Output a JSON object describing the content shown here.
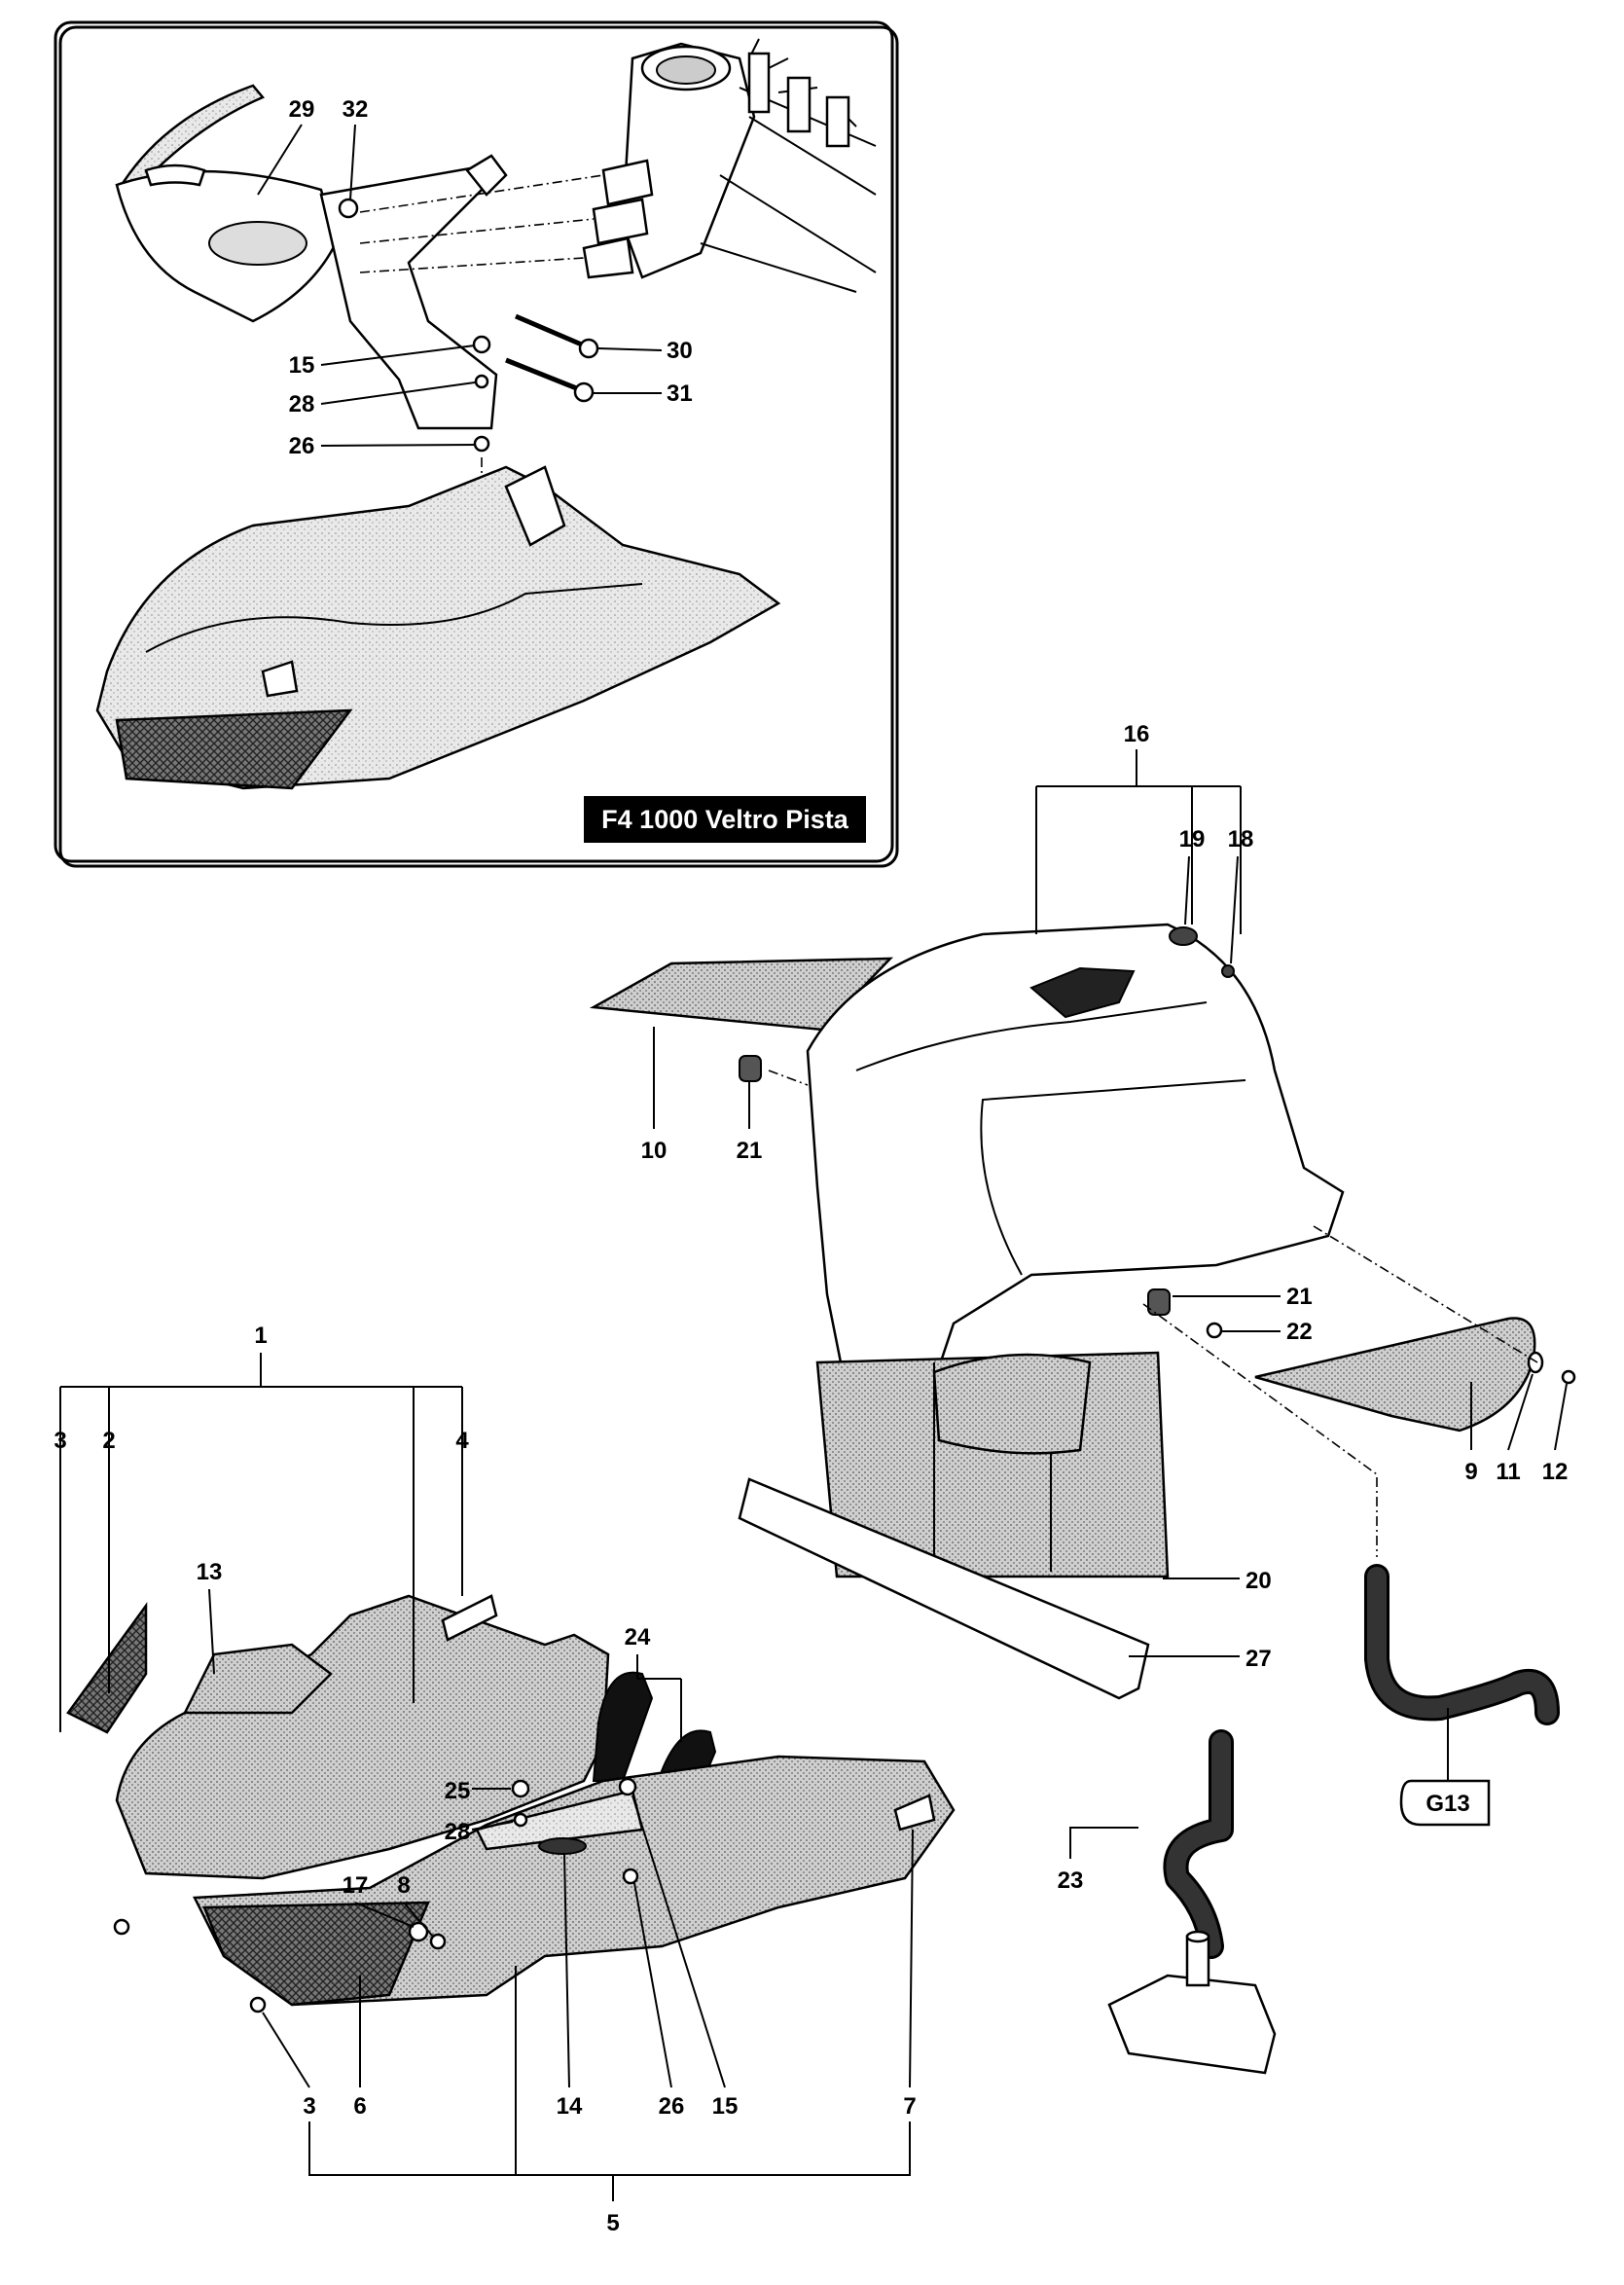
{
  "inset": {
    "badge": "F4 1000 Veltro Pista",
    "labels": [
      "29",
      "32",
      "30",
      "31",
      "15",
      "28",
      "26"
    ]
  },
  "tank_group": {
    "labels": [
      "16",
      "19",
      "18",
      "10",
      "21",
      "21",
      "22",
      "9",
      "11",
      "12",
      "20",
      "27",
      "23"
    ],
    "ref_tag": "G13"
  },
  "airbox_group": {
    "labels": [
      "1",
      "2",
      "3",
      "4",
      "13",
      "24",
      "25",
      "28",
      "8",
      "17",
      "3",
      "6",
      "14",
      "26",
      "15",
      "7",
      "5"
    ]
  },
  "callouts": {
    "c1": "1",
    "c2": "2",
    "c3a": "3",
    "c4": "4",
    "c5": "5",
    "c6": "6",
    "c7": "7",
    "c8": "8",
    "c9": "9",
    "c10": "10",
    "c11": "11",
    "c12": "12",
    "c13": "13",
    "c14": "14",
    "c15a": "15",
    "c15b": "15",
    "c16": "16",
    "c17": "17",
    "c18": "18",
    "c19": "19",
    "c20": "20",
    "c21a": "21",
    "c21b": "21",
    "c22": "22",
    "c23": "23",
    "c24": "24",
    "c25": "25",
    "c26a": "26",
    "c26b": "26",
    "c27": "27",
    "c28a": "28",
    "c28b": "28",
    "c29": "29",
    "c30": "30",
    "c31": "31",
    "c32": "32",
    "c3b": "3",
    "g13": "G13"
  }
}
